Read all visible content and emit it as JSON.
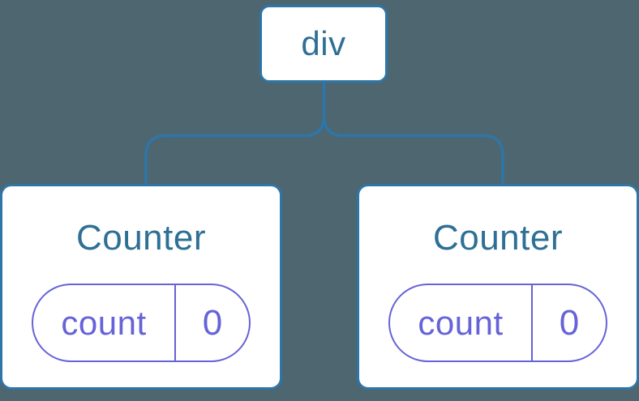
{
  "colors": {
    "background": "#4D6670",
    "card_bg": "#FFFFFF",
    "tree_blue": "#2E76A8",
    "label_blue": "#2E7095",
    "state_purple": "#6663D8"
  },
  "tree": {
    "root": {
      "label": "div"
    },
    "children": [
      {
        "title": "Counter",
        "state_key": "count",
        "state_value": "0"
      },
      {
        "title": "Counter",
        "state_key": "count",
        "state_value": "0"
      }
    ]
  }
}
